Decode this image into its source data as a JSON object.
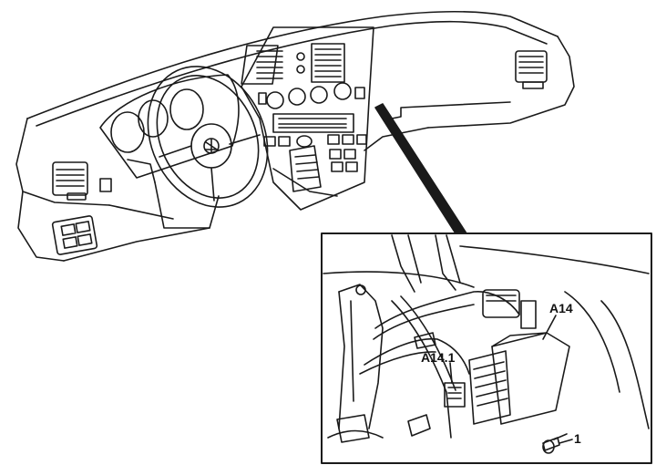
{
  "labels": {
    "a14": "A14",
    "a14_1": "A14.1",
    "part_1": "1"
  },
  "colors": {
    "line": "#1a1a1a",
    "paper": "#ffffff"
  }
}
